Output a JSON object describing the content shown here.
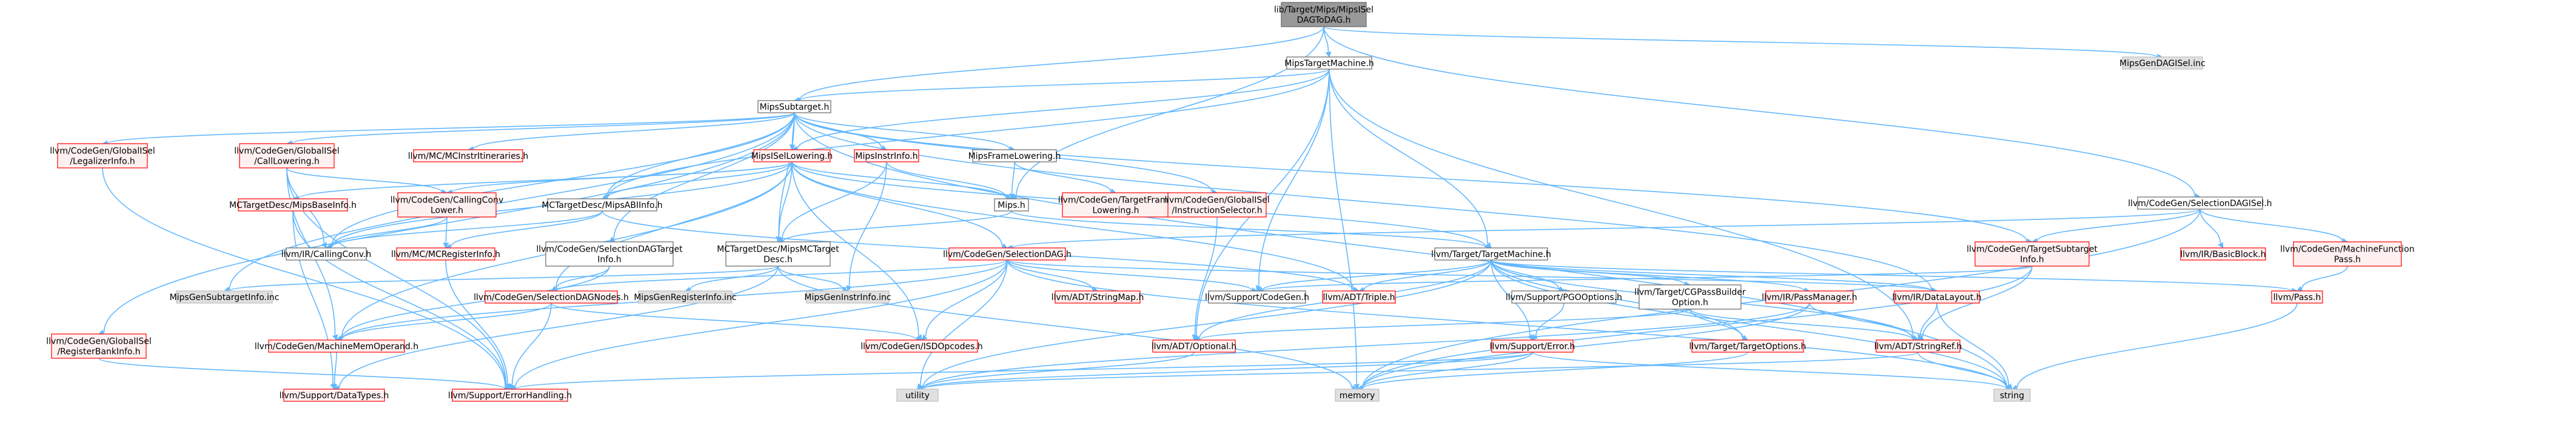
{
  "colors": {
    "edge": "#63b8ff",
    "root_fill": "#999999",
    "root_border": "#666666",
    "normal_border": "#666666",
    "normal_fill": "#ffffff",
    "normal_text": "#000000",
    "red_border": "#ff0000",
    "red_fill": "#fff0f0",
    "red_text": "#000000",
    "grey_border": "#bfbfbf",
    "grey_fill": "#e0e0e0",
    "grey_text": "#000000"
  },
  "nodes": [
    {
      "id": "root",
      "style": "root",
      "lines": [
        "lib/Target/Mips/MipsISel",
        "DAGToDAG.h"
      ]
    },
    {
      "id": "mipsTM",
      "style": "normal",
      "lines": [
        "MipsTargetMachine.h"
      ]
    },
    {
      "id": "genDAGISel",
      "style": "grey",
      "lines": [
        "MipsGenDAGISel.inc"
      ]
    },
    {
      "id": "subtarget",
      "style": "normal",
      "lines": [
        "MipsSubtarget.h"
      ]
    },
    {
      "id": "cgDAGISel",
      "style": "normal",
      "lines": [
        "llvm/CodeGen/SelectionDAGISel.h"
      ]
    },
    {
      "id": "legalizerInfo",
      "style": "red",
      "lines": [
        "llvm/CodeGen/GlobalISel",
        "/LegalizerInfo.h"
      ]
    },
    {
      "id": "callLowering",
      "style": "red",
      "lines": [
        "llvm/CodeGen/GlobalISel",
        "/CallLowering.h"
      ]
    },
    {
      "id": "mcInstrItin",
      "style": "red",
      "lines": [
        "llvm/MC/MCInstrItineraries.h"
      ]
    },
    {
      "id": "mipsISelLowering",
      "style": "red",
      "lines": [
        "MipsISelLowering.h"
      ]
    },
    {
      "id": "mipsInstrInfo",
      "style": "red",
      "lines": [
        "MipsInstrInfo.h"
      ]
    },
    {
      "id": "mipsFrameLowering",
      "style": "normal",
      "lines": [
        "MipsFrameLowering.h"
      ]
    },
    {
      "id": "mcTargetDescBaseInfo",
      "style": "red",
      "lines": [
        "MCTargetDesc/MipsBaseInfo.h"
      ]
    },
    {
      "id": "callingConvLower",
      "style": "red",
      "lines": [
        "llvm/CodeGen/CallingConv",
        "Lower.h"
      ]
    },
    {
      "id": "mcTargetDescABIInfo",
      "style": "normal",
      "lines": [
        "MCTargetDesc/MipsABIInfo.h"
      ]
    },
    {
      "id": "mipsH",
      "style": "normal",
      "lines": [
        "Mips.h"
      ]
    },
    {
      "id": "targetFrameLowering",
      "style": "red",
      "lines": [
        "llvm/CodeGen/TargetFrame",
        "Lowering.h"
      ]
    },
    {
      "id": "instrSelector",
      "style": "red",
      "lines": [
        "llvm/CodeGen/GlobalISel",
        "/InstructionSelector.h"
      ]
    },
    {
      "id": "targetSubtargetInfo",
      "style": "red",
      "lines": [
        "llvm/CodeGen/TargetSubtarget",
        "Info.h"
      ]
    },
    {
      "id": "basicBlock",
      "style": "red",
      "lines": [
        "llvm/IR/BasicBlock.h"
      ]
    },
    {
      "id": "machineFunctionPass",
      "style": "red",
      "lines": [
        "llvm/CodeGen/MachineFunction",
        "Pass.h"
      ]
    },
    {
      "id": "callingConv",
      "style": "normal",
      "lines": [
        "llvm/IR/CallingConv.h"
      ]
    },
    {
      "id": "mcRegisterInfo",
      "style": "red",
      "lines": [
        "llvm/MC/MCRegisterInfo.h"
      ]
    },
    {
      "id": "selectionDAGTargetInfo",
      "style": "normal",
      "lines": [
        "llvm/CodeGen/SelectionDAGTarget",
        "Info.h"
      ]
    },
    {
      "id": "mcTargetDesc",
      "style": "normal",
      "lines": [
        "MCTargetDesc/MipsMCTarget",
        "Desc.h"
      ]
    },
    {
      "id": "selectionDAG",
      "style": "red",
      "lines": [
        "llvm/CodeGen/SelectionDAG.h"
      ]
    },
    {
      "id": "targetTM",
      "style": "normal",
      "lines": [
        "llvm/Target/TargetMachine.h"
      ]
    },
    {
      "id": "subtargetInfoInc",
      "style": "grey",
      "lines": [
        "MipsGenSubtargetInfo.inc"
      ]
    },
    {
      "id": "selectionDAGNodes",
      "style": "red",
      "lines": [
        "llvm/CodeGen/SelectionDAGNodes.h"
      ]
    },
    {
      "id": "genRegisterInfo",
      "style": "grey",
      "lines": [
        "MipsGenRegisterInfo.inc"
      ]
    },
    {
      "id": "genInstrInfo",
      "style": "grey",
      "lines": [
        "MipsGenInstrInfo.inc"
      ]
    },
    {
      "id": "stringMap",
      "style": "red",
      "lines": [
        "llvm/ADT/StringMap.h"
      ]
    },
    {
      "id": "codeGen",
      "style": "normal",
      "lines": [
        "llvm/Support/CodeGen.h"
      ]
    },
    {
      "id": "triple",
      "style": "red",
      "lines": [
        "llvm/ADT/Triple.h"
      ]
    },
    {
      "id": "pgoOptions",
      "style": "normal",
      "lines": [
        "llvm/Support/PGOOptions.h"
      ]
    },
    {
      "id": "cgpBuilder",
      "style": "normal",
      "lines": [
        "llvm/Target/CGPassBuilder",
        "Option.h"
      ]
    },
    {
      "id": "passManager",
      "style": "red",
      "lines": [
        "llvm/IR/PassManager.h"
      ]
    },
    {
      "id": "dataLayout",
      "style": "red",
      "lines": [
        "llvm/IR/DataLayout.h"
      ]
    },
    {
      "id": "passH",
      "style": "red",
      "lines": [
        "llvm/Pass.h"
      ]
    },
    {
      "id": "registerBankInfo",
      "style": "red",
      "lines": [
        "llvm/CodeGen/GlobalISel",
        "/RegisterBankInfo.h"
      ]
    },
    {
      "id": "machineMemOperand",
      "style": "red",
      "lines": [
        "llvm/CodeGen/MachineMemOperand.h"
      ]
    },
    {
      "id": "isdOpcodes",
      "style": "red",
      "lines": [
        "llvm/CodeGen/ISDOpcodes.h"
      ]
    },
    {
      "id": "optional",
      "style": "red",
      "lines": [
        "llvm/ADT/Optional.h"
      ]
    },
    {
      "id": "supportError",
      "style": "red",
      "lines": [
        "llvm/Support/Error.h"
      ]
    },
    {
      "id": "targetOptions",
      "style": "red",
      "lines": [
        "llvm/Target/TargetOptions.h"
      ]
    },
    {
      "id": "stringRef",
      "style": "red",
      "lines": [
        "llvm/ADT/StringRef.h"
      ]
    },
    {
      "id": "dataTypes",
      "style": "red",
      "lines": [
        "llvm/Support/DataTypes.h"
      ]
    },
    {
      "id": "errorHandling",
      "style": "red",
      "lines": [
        "llvm/Support/ErrorHandling.h"
      ]
    },
    {
      "id": "utility",
      "style": "grey",
      "lines": [
        "utility"
      ]
    },
    {
      "id": "memory",
      "style": "grey",
      "lines": [
        "memory"
      ]
    },
    {
      "id": "string",
      "style": "grey",
      "lines": [
        "string"
      ]
    }
  ],
  "edges": [
    [
      "root",
      "mipsTM"
    ],
    [
      "root",
      "genDAGISel"
    ],
    [
      "root",
      "subtarget"
    ],
    [
      "root",
      "cgDAGISel"
    ],
    [
      "root",
      "mipsH"
    ],
    [
      "mipsTM",
      "subtarget"
    ],
    [
      "mipsTM",
      "mcTargetDescABIInfo"
    ],
    [
      "mipsTM",
      "targetTM"
    ],
    [
      "mipsTM",
      "codeGen"
    ],
    [
      "mipsTM",
      "optional"
    ],
    [
      "mipsTM",
      "stringRef"
    ],
    [
      "mipsTM",
      "memory"
    ],
    [
      "mipsTM",
      "mipsISelLowering"
    ],
    [
      "subtarget",
      "legalizerInfo"
    ],
    [
      "subtarget",
      "callLowering"
    ],
    [
      "subtarget",
      "mcInstrItin"
    ],
    [
      "subtarget",
      "mipsISelLowering"
    ],
    [
      "subtarget",
      "mipsInstrInfo"
    ],
    [
      "subtarget",
      "mipsFrameLowering"
    ],
    [
      "subtarget",
      "mcTargetDescABIInfo"
    ],
    [
      "subtarget",
      "instrSelector"
    ],
    [
      "subtarget",
      "targetSubtargetInfo"
    ],
    [
      "subtarget",
      "registerBankInfo"
    ],
    [
      "subtarget",
      "selectionDAGTargetInfo"
    ],
    [
      "subtarget",
      "subtargetInfoInc"
    ],
    [
      "subtarget",
      "dataLayout"
    ],
    [
      "subtarget",
      "string"
    ],
    [
      "subtarget",
      "mcTargetDesc"
    ],
    [
      "subtarget",
      "callingConv"
    ],
    [
      "cgDAGISel",
      "selectionDAG"
    ],
    [
      "cgDAGISel",
      "targetSubtargetInfo"
    ],
    [
      "cgDAGISel",
      "basicBlock"
    ],
    [
      "cgDAGISel",
      "machineFunctionPass"
    ],
    [
      "cgDAGISel",
      "memory"
    ],
    [
      "legalizerInfo",
      "errorHandling"
    ],
    [
      "callLowering",
      "callingConvLower"
    ],
    [
      "callLowering",
      "machineMemOperand"
    ],
    [
      "callLowering",
      "callingConv"
    ],
    [
      "callLowering",
      "errorHandling"
    ],
    [
      "mipsISelLowering",
      "mcTargetDescBaseInfo"
    ],
    [
      "mipsISelLowering",
      "callingConvLower"
    ],
    [
      "mipsISelLowering",
      "mcTargetDescABIInfo"
    ],
    [
      "mipsISelLowering",
      "mipsH"
    ],
    [
      "mipsISelLowering",
      "mcTargetDesc"
    ],
    [
      "mipsISelLowering",
      "selectionDAG"
    ],
    [
      "mipsISelLowering",
      "selectionDAGNodes"
    ],
    [
      "mipsISelLowering",
      "isdOpcodes"
    ],
    [
      "mipsISelLowering",
      "targetTM"
    ],
    [
      "mipsISelLowering",
      "callingConv"
    ],
    [
      "mipsISelLowering",
      "machineMemOperand"
    ],
    [
      "mipsISelLowering",
      "triple"
    ],
    [
      "mipsInstrInfo",
      "mipsH"
    ],
    [
      "mipsInstrInfo",
      "mcTargetDesc"
    ],
    [
      "mipsInstrInfo",
      "genInstrInfo"
    ],
    [
      "mipsFrameLowering",
      "mipsH"
    ],
    [
      "mipsFrameLowering",
      "targetFrameLowering"
    ],
    [
      "mcTargetDescBaseInfo",
      "dataTypes"
    ],
    [
      "mcTargetDescBaseInfo",
      "errorHandling"
    ],
    [
      "callingConvLower",
      "callingConv"
    ],
    [
      "callingConvLower",
      "mcRegisterInfo"
    ],
    [
      "mcTargetDescABIInfo",
      "callingConv"
    ],
    [
      "mcTargetDescABIInfo",
      "mcRegisterInfo"
    ],
    [
      "mcTargetDescABIInfo",
      "triple"
    ],
    [
      "mipsH",
      "mcTargetDesc"
    ],
    [
      "mipsH",
      "targetTM"
    ],
    [
      "instrSelector",
      "optional"
    ],
    [
      "targetSubtargetInfo",
      "codeGen"
    ],
    [
      "targetSubtargetInfo",
      "stringRef"
    ],
    [
      "targetSubtargetInfo",
      "memory"
    ],
    [
      "machineFunctionPass",
      "passH"
    ],
    [
      "mcRegisterInfo",
      "errorHandling"
    ],
    [
      "selectionDAGTargetInfo",
      "selectionDAGNodes"
    ],
    [
      "selectionDAGTargetInfo",
      "machineMemOperand"
    ],
    [
      "mcTargetDesc",
      "subtargetInfoInc"
    ],
    [
      "mcTargetDesc",
      "genRegisterInfo"
    ],
    [
      "mcTargetDesc",
      "genInstrInfo"
    ],
    [
      "mcTargetDesc",
      "memory"
    ],
    [
      "mcTargetDesc",
      "dataTypes"
    ],
    [
      "selectionDAG",
      "stringMap"
    ],
    [
      "selectionDAG",
      "codeGen"
    ],
    [
      "selectionDAG",
      "selectionDAGNodes"
    ],
    [
      "selectionDAG",
      "isdOpcodes"
    ],
    [
      "selectionDAG",
      "machineMemOperand"
    ],
    [
      "selectionDAG",
      "dataLayout"
    ],
    [
      "selectionDAG",
      "errorHandling"
    ],
    [
      "selectionDAG",
      "utility"
    ],
    [
      "selectionDAG",
      "string"
    ],
    [
      "targetTM",
      "codeGen"
    ],
    [
      "targetTM",
      "triple"
    ],
    [
      "targetTM",
      "pgoOptions"
    ],
    [
      "targetTM",
      "cgpBuilder"
    ],
    [
      "targetTM",
      "passManager"
    ],
    [
      "targetTM",
      "dataLayout"
    ],
    [
      "targetTM",
      "passH"
    ],
    [
      "targetTM",
      "optional"
    ],
    [
      "targetTM",
      "supportError"
    ],
    [
      "targetTM",
      "targetOptions"
    ],
    [
      "targetTM",
      "stringRef"
    ],
    [
      "targetTM",
      "string"
    ],
    [
      "targetTM",
      "utility"
    ],
    [
      "selectionDAGNodes",
      "isdOpcodes"
    ],
    [
      "selectionDAGNodes",
      "machineMemOperand"
    ],
    [
      "selectionDAGNodes",
      "errorHandling"
    ],
    [
      "pgoOptions",
      "supportError"
    ],
    [
      "cgpBuilder",
      "optional"
    ],
    [
      "cgpBuilder",
      "targetOptions"
    ],
    [
      "cgpBuilder",
      "stringRef"
    ],
    [
      "passManager",
      "memory"
    ],
    [
      "passManager",
      "utility"
    ],
    [
      "passManager",
      "stringRef"
    ],
    [
      "dataLayout",
      "stringRef"
    ],
    [
      "dataLayout",
      "string"
    ],
    [
      "passH",
      "string"
    ],
    [
      "registerBankInfo",
      "errorHandling"
    ],
    [
      "machineMemOperand",
      "dataTypes"
    ],
    [
      "optional",
      "utility"
    ],
    [
      "supportError",
      "errorHandling"
    ],
    [
      "supportError",
      "memory"
    ],
    [
      "supportError",
      "utility"
    ],
    [
      "supportError",
      "string"
    ],
    [
      "targetOptions",
      "memory"
    ],
    [
      "stringRef",
      "string"
    ],
    [
      "stringRef",
      "utility"
    ]
  ]
}
